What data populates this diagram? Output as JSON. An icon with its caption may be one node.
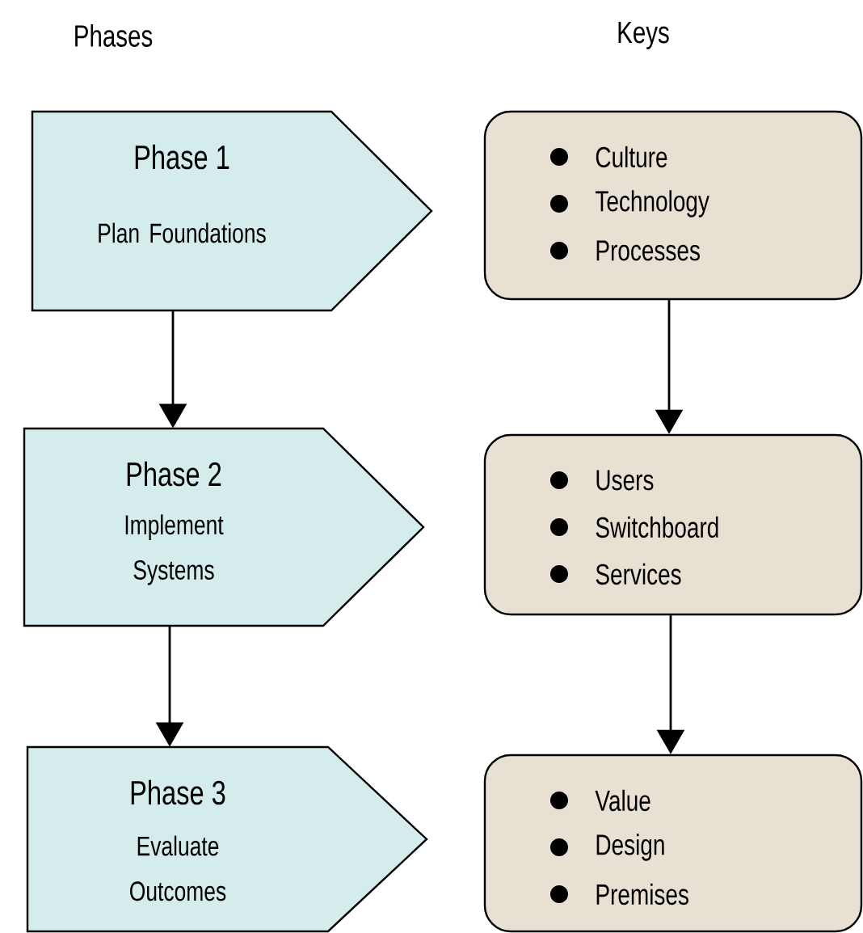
{
  "diagram": {
    "nodes": [
      {
        "text": [
          "Phase 1",
          "Plan Foundations"
        ]
      },
      {
        "text": [
          "Culture",
          "Technology",
          "Processes"
        ]
      },
      {
        "text": [
          "Phase 2",
          "Implement Systems"
        ]
      },
      {
        "text": [
          "Users",
          "Switchboard",
          "Services"
        ]
      },
      {
        "text": [
          "Phase 3",
          "Evaluate Outcomes"
        ]
      },
      {
        "text": [
          "Value",
          "Design",
          "Premises"
        ]
      }
    ],
    "edges": [
      {
        "from": 0,
        "to": 2,
        "arrow": "to"
      },
      {
        "from": 2,
        "to": 4,
        "arrow": "to"
      },
      {
        "from": 1,
        "to": 3,
        "arrow": "to"
      },
      {
        "from": 3,
        "to": 5,
        "arrow": "to"
      }
    ],
    "labels": [
      "Phases",
      "Keys"
    ]
  }
}
